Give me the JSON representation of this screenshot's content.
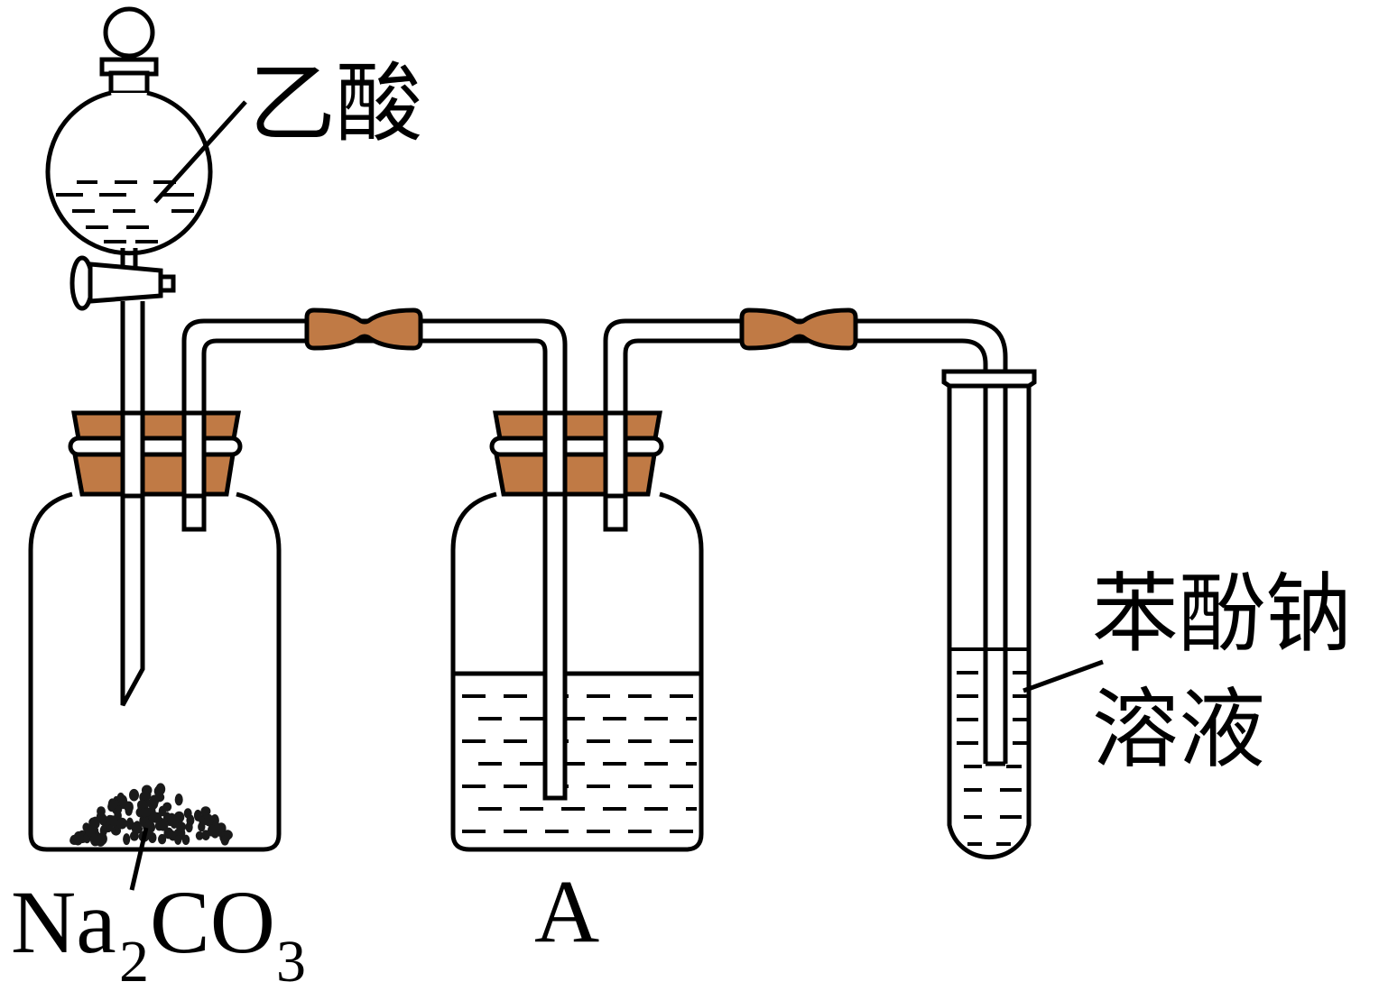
{
  "labels": {
    "acetic_acid": "乙酸",
    "sodium_carbonate": "Na",
    "sodium_carbonate_sub_2": "2",
    "sodium_carbonate_co": "CO",
    "sodium_carbonate_sub_3": "3",
    "bottle_a": "A",
    "phenoxide_line1": "苯酚钠",
    "phenoxide_line2": "溶液"
  },
  "colors": {
    "line": "#000000",
    "stopper": "#c07a45",
    "solid": "#1a1a1a",
    "background": "#ffffff"
  }
}
